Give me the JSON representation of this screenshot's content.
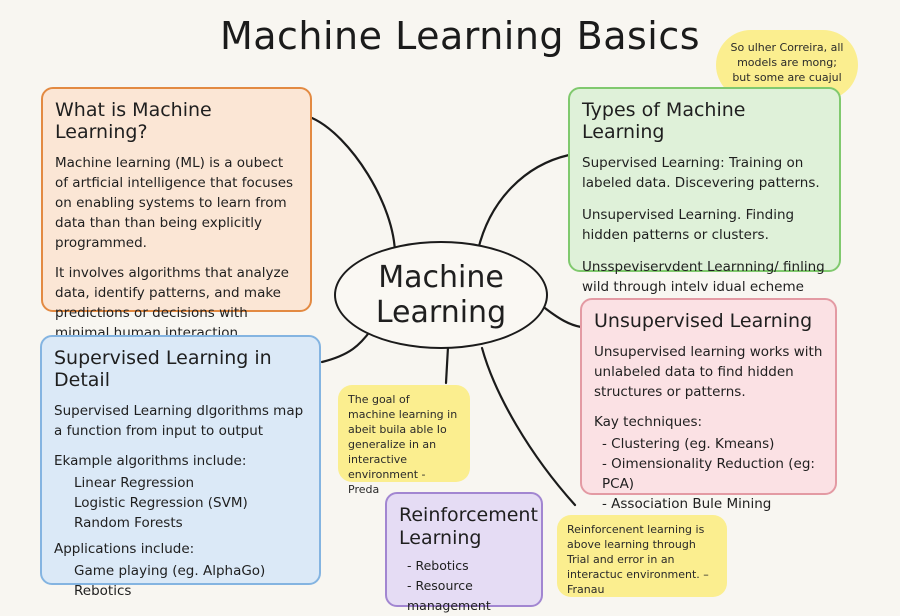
{
  "title": "Machine Learning Basics",
  "hub": {
    "line1": "Machine",
    "line2": "Learning"
  },
  "quote_top": "So ulher Correira, all models are mong; but some are cuajul",
  "what_is": {
    "heading": "What is Machine Learning?",
    "para1": "Machine learning (ML) is a oubect of artficial intelligence that focuses on enabling systems to learn from data than than being explicitly programmed.",
    "para2": "It involves algorithms that analyze data, identify patterns, and make predictions or decisions with minimal human interaction."
  },
  "types": {
    "heading": "Types of Machine Learning",
    "item1": "Supervised Learning: Training on labeled data. Discevering patterns.",
    "item2": "Unsupervised Learning. Finding hidden patterns or clusters.",
    "item3": "Unsspeviservdent Learnning/ finling wild through intelv idual echeme"
  },
  "unsupervised": {
    "heading": "Unsupervised Learning",
    "para": "Unsupervised learning works with unlabeled data to find hidden structures or patterns.",
    "techniques_label": "Kay techniques:",
    "techniques": [
      "- Clustering (eg. Kmeans)",
      "- Oimensionality Reduction (eg: PCA)",
      "- Association Bule Mining"
    ]
  },
  "supervised": {
    "heading": "Supervised Learning in Detail",
    "para": "Supervised Learning dlgorithms map a function from input to output",
    "examples_label": "Ekample algorithms include:",
    "examples": [
      "Linear Regression",
      "Logistic Regression (SVM)",
      "Random Forests"
    ],
    "apps_label": "Applications include:",
    "apps": [
      "Game playing (eg. AlphaGo)",
      "Rebotics"
    ]
  },
  "reinforcement": {
    "heading_line1": "Reinforcement",
    "heading_line2": "Learning",
    "items": [
      "- Rebotics",
      "- Resource management"
    ]
  },
  "note_goal": "The goal of machine learning in abeit buila able Io generalize in an interactive environment - Preda",
  "note_rl": "Reinforcenent learning is above learning through Trial and error in an interactuc environment.   – Franau",
  "colors": {
    "background": "#f8f6f1",
    "orange_border": "#e38a42",
    "orange_fill": "#fbe6d5",
    "green_border": "#80c96e",
    "green_fill": "#dff1d9",
    "pink_border": "#e39aa3",
    "pink_fill": "#fbe1e4",
    "blue_border": "#84b4e1",
    "blue_fill": "#dbe9f7",
    "purple_border": "#a286d1",
    "purple_fill": "#e5dcf4",
    "note_fill": "#fbee8f",
    "ink": "#1b1b1b"
  }
}
